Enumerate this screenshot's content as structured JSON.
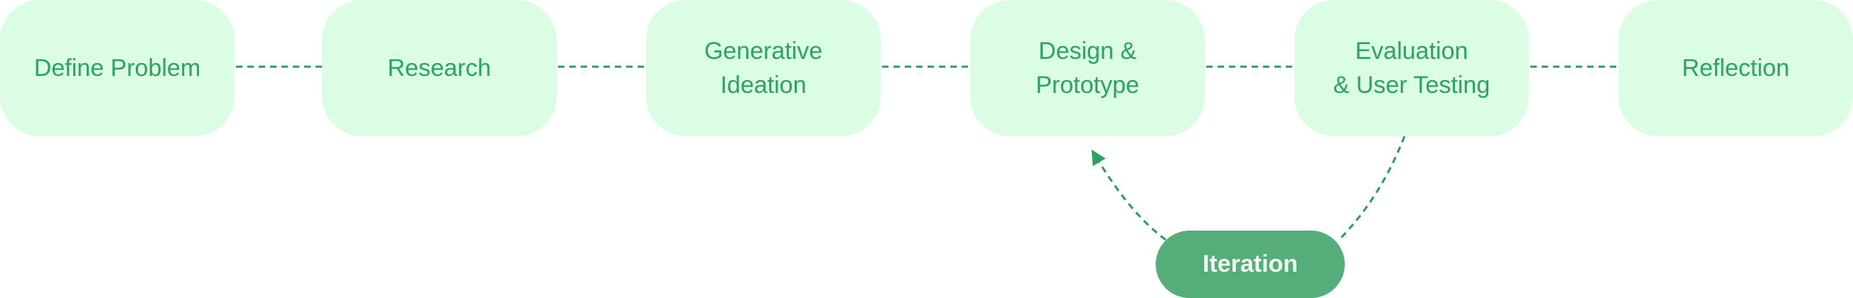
{
  "diagram": {
    "steps": [
      {
        "label": "Define Problem"
      },
      {
        "label": "Research"
      },
      {
        "label": "Generative\nIdeation"
      },
      {
        "label": "Design &\nPrototype"
      },
      {
        "label": "Evaluation\n& User Testing"
      },
      {
        "label": "Reflection"
      }
    ],
    "loop_node": {
      "label": "Iteration"
    },
    "colors": {
      "box_fill": "#dbfde4",
      "box_text": "#2aa55e",
      "loop_fill": "#55ae79",
      "loop_text": "#eefaf2",
      "connector": "#2a9d58"
    },
    "connector_style": "dashed"
  }
}
